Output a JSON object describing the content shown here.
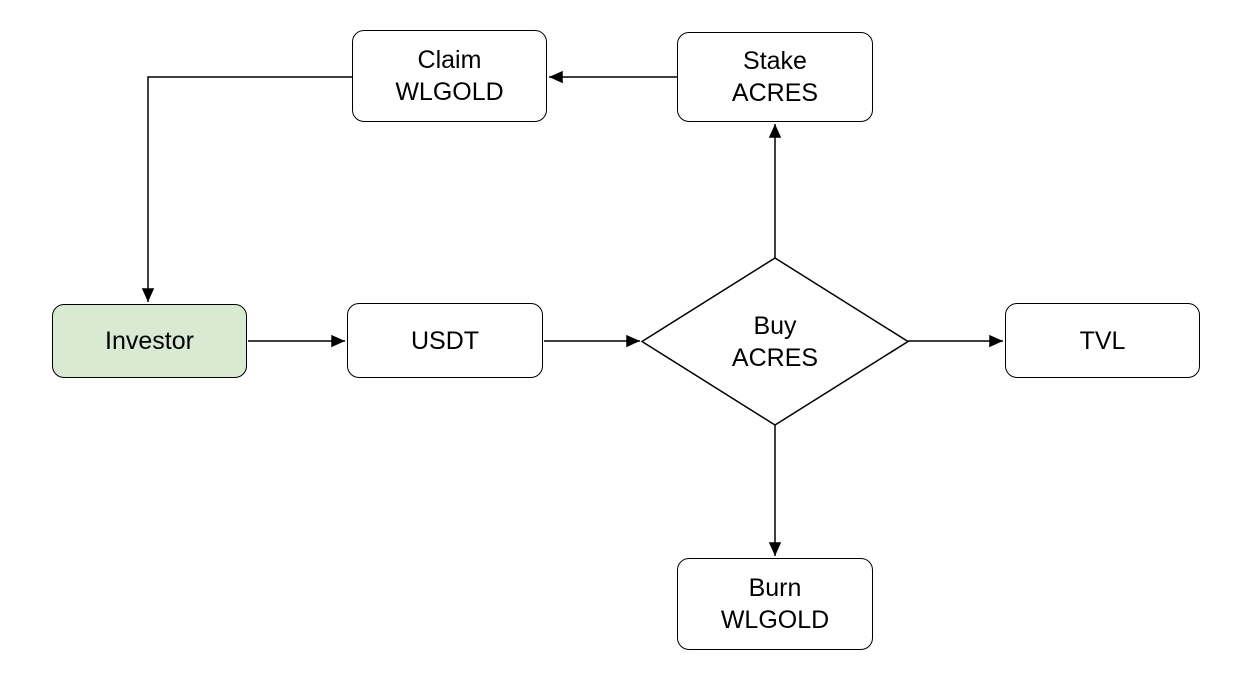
{
  "diagram": {
    "type": "flowchart",
    "background": "#ffffff",
    "colors": {
      "line": "#000000",
      "text": "#000000",
      "node_border": "#000000",
      "node_fill": "#ffffff",
      "investor_fill": "#d9ead3"
    },
    "nodes": {
      "investor": {
        "label": "Investor",
        "shape": "rounded-rectangle",
        "fill": "#d9ead3"
      },
      "usdt": {
        "label": "USDT",
        "shape": "rounded-rectangle",
        "fill": "#ffffff"
      },
      "claim_wlgold": {
        "label": "Claim\nWLGOLD",
        "shape": "rounded-rectangle",
        "fill": "#ffffff"
      },
      "stake_acres": {
        "label": "Stake\nACRES",
        "shape": "rounded-rectangle",
        "fill": "#ffffff"
      },
      "buy_acres": {
        "label": "Buy\nACRES",
        "shape": "diamond",
        "fill": "#ffffff"
      },
      "tvl": {
        "label": "TVL",
        "shape": "rounded-rectangle",
        "fill": "#ffffff"
      },
      "burn_wlgold": {
        "label": "Burn\nWLGOLD",
        "shape": "rounded-rectangle",
        "fill": "#ffffff"
      }
    },
    "edges": [
      {
        "from": "Investor",
        "to": "USDT",
        "style": "straight-arrow"
      },
      {
        "from": "USDT",
        "to": "Buy ACRES",
        "style": "straight-arrow"
      },
      {
        "from": "Buy ACRES",
        "to": "TVL",
        "style": "straight-arrow"
      },
      {
        "from": "Buy ACRES",
        "to": "Stake ACRES",
        "style": "straight-arrow"
      },
      {
        "from": "Buy ACRES",
        "to": "Burn WLGOLD",
        "style": "straight-arrow"
      },
      {
        "from": "Stake ACRES",
        "to": "Claim WLGOLD",
        "style": "straight-arrow"
      },
      {
        "from": "Claim WLGOLD",
        "to": "Investor",
        "style": "elbow-arrow"
      }
    ]
  }
}
